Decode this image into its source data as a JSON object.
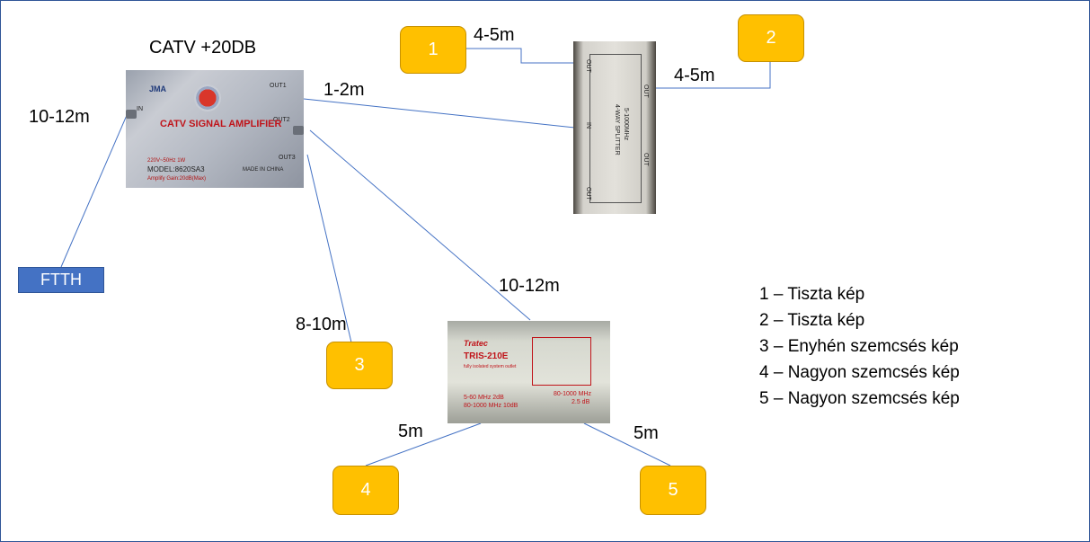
{
  "frame_color": "#2f5597",
  "accent_yellow": "#ffc000",
  "ftth_blue": "#4472c4",
  "line_color": "#4472c4",
  "nodes": {
    "amplifier_title": "CATV +20DB",
    "ftth": "FTTH",
    "box1": "1",
    "box2": "2",
    "box3": "3",
    "box4": "4",
    "box5": "5"
  },
  "cable_lengths": {
    "ftth_to_amp": "10-12m",
    "amp_to_splitter": "1-2m",
    "splitter_to_1": "4-5m",
    "splitter_to_2": "4-5m",
    "amp_to_3": "8-10m",
    "amp_to_outlet": "10-12m",
    "outlet_to_4": "5m",
    "outlet_to_5": "5m"
  },
  "amplifier_photo": {
    "brand": "JMA",
    "title": "CATV SIGNAL AMPLIFIER",
    "model": "MODEL:8620SA3",
    "gain": "Amplify Gain:20dB(Max)",
    "power": "220V~50Hz 1W",
    "made": "MADE IN CHINA",
    "in": "IN",
    "out1": "OUT1",
    "out2": "OUT2",
    "out3": "OUT3"
  },
  "splitter_photo": {
    "name": "4-WAY SPLITTER",
    "freq": "5-1000MHz",
    "in": "IN",
    "out": "OUT"
  },
  "outlet_photo": {
    "brand": "Tratec",
    "model": "TRIS-210E",
    "desc": "fully isolated system outlet",
    "spec1": "5-60 MHz      2dB",
    "spec2": "80-1000 MHz 10dB",
    "spec3": "80-1000 MHz",
    "spec4": "2.5 dB"
  },
  "legend": [
    "1 – Tiszta kép",
    "2 – Tiszta kép",
    "3 – Enyhén szemcsés kép",
    "4 – Nagyon szemcsés kép",
    "5 – Nagyon szemcsés kép"
  ]
}
